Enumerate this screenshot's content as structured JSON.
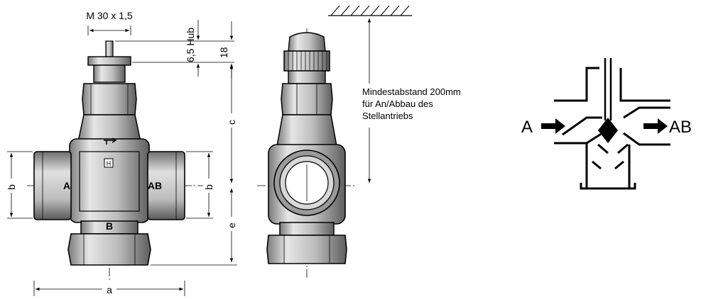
{
  "drawing": {
    "thread": "M 30 x 1,5",
    "stroke": "6,5 Hub",
    "dim_18": "18",
    "dim_c": "c",
    "dim_e": "e",
    "dim_a": "a",
    "dim_b_left": "b",
    "dim_b_mid": "b",
    "port_a": "A",
    "port_ab": "AB",
    "port_b": "B",
    "body_mark": "H",
    "note_line1": "Mindestabstand 200mm",
    "note_line2": "für An/Abbau des",
    "note_line3": "Stellantriebs"
  },
  "schematic": {
    "port_a": "A",
    "port_ab": "AB"
  },
  "colors": {
    "ink": "#000000",
    "body_fill": "#d9d9d9",
    "body_dark": "#8c8c8c",
    "background": "#ffffff"
  }
}
